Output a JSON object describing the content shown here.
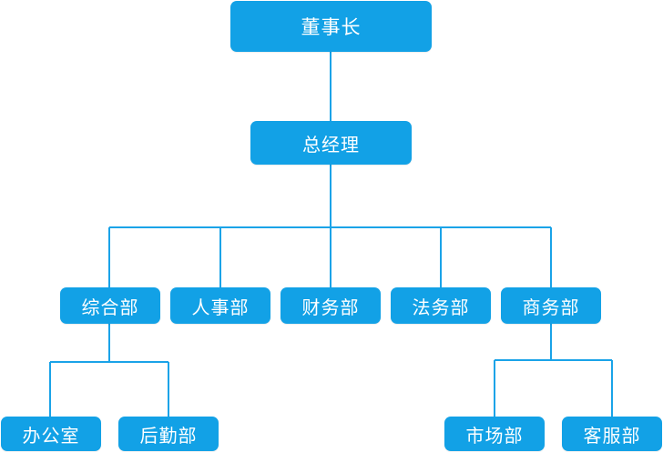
{
  "org_chart": {
    "chairman": "董事长",
    "general_manager": "总经理",
    "departments": {
      "general_affairs": "综合部",
      "human_resources": "人事部",
      "finance": "财务部",
      "legal": "法务部",
      "business": "商务部"
    },
    "sub_units": {
      "office": "办公室",
      "logistics": "后勤部",
      "marketing": "市场部",
      "customer_service": "客服部"
    }
  },
  "colors": {
    "node_fill": "#12a1e6",
    "line": "#1aa3e8",
    "text": "#ffffff"
  }
}
